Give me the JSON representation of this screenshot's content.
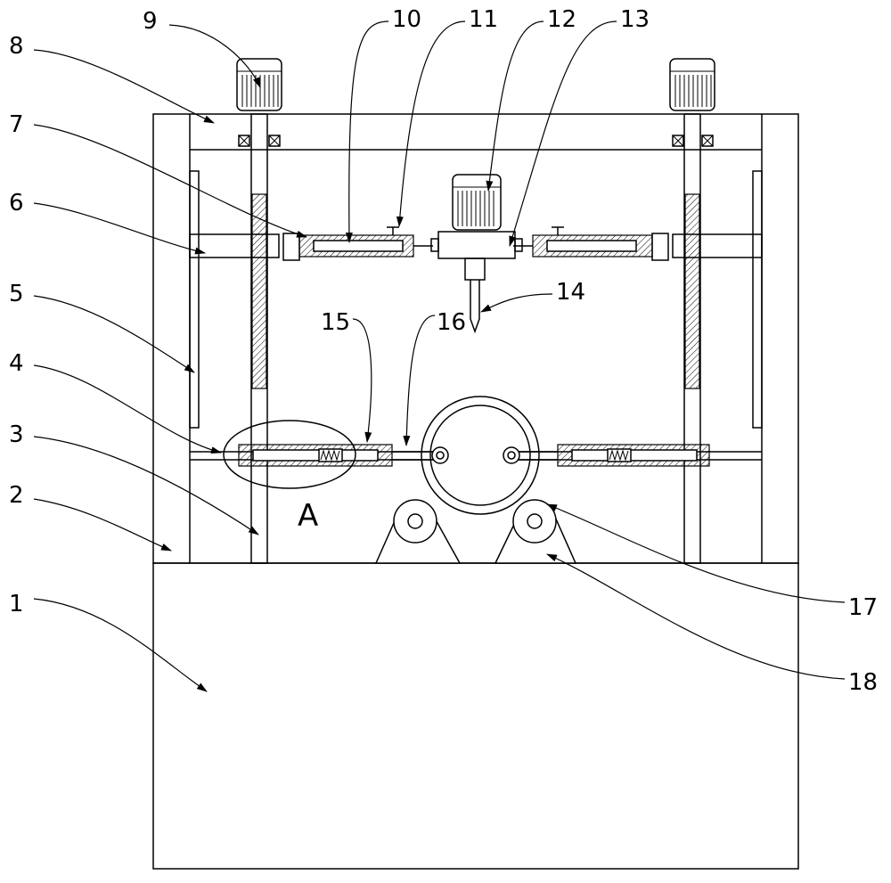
{
  "callouts": [
    "1",
    "2",
    "3",
    "4",
    "5",
    "6",
    "7",
    "8",
    "9",
    "10",
    "11",
    "12",
    "13",
    "14",
    "15",
    "16",
    "17",
    "18"
  ],
  "detail_label": "A"
}
